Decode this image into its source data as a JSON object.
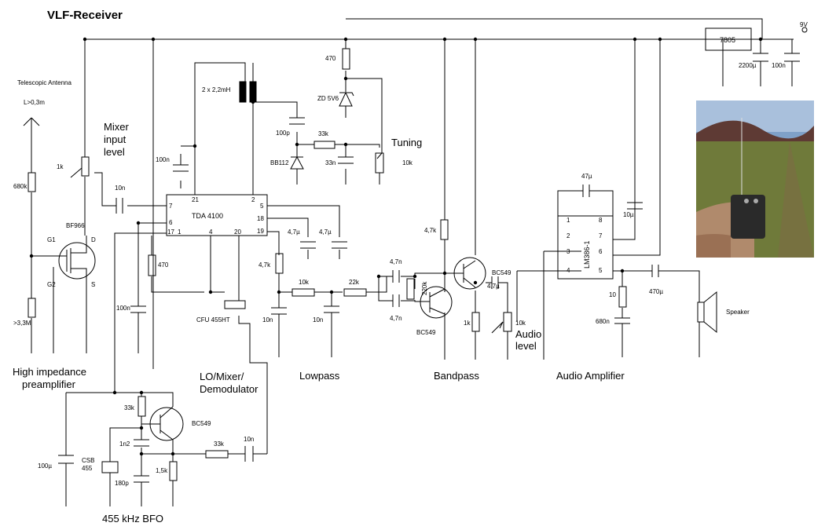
{
  "title": "VLF-Receiver",
  "sections": {
    "preamp": "High impedance\npreamplifier",
    "mixer": "LO/Mixer/\nDemodulator",
    "lowpass": "Lowpass",
    "bandpass": "Bandpass",
    "audio_amp": "Audio Amplifier",
    "bfo": "455 kHz BFO"
  },
  "antenna": {
    "label": "Telescopic\nAntenna",
    "length": "L>0,3m"
  },
  "controls": {
    "mixer_level": "Mixer\ninput\nlevel",
    "tuning": "Tuning",
    "audio_level": "Audio\nlevel"
  },
  "supply": {
    "regulator": "7805",
    "voltage": "9V"
  },
  "ics": {
    "tda": {
      "name": "TDA 4100",
      "pins": [
        "21",
        "2",
        "7",
        "5",
        "18",
        "19",
        "6",
        "17",
        "1",
        "4",
        "20"
      ]
    },
    "lm386": {
      "name": "LM386-1",
      "pins": [
        "8",
        "1",
        "2",
        "7",
        "3",
        "6",
        "4",
        "5"
      ]
    }
  },
  "transistors": {
    "fet": {
      "type": "BF966",
      "pins": [
        "G1",
        "G2",
        "D",
        "S"
      ]
    },
    "bp1": "BC549",
    "bp2": "BC549",
    "bfo": "BC549"
  },
  "parts": {
    "r680k": "680k",
    "r33m": ">3,3M",
    "r1k_mix": "1k",
    "c10n_in": "10n",
    "c100n_tda": "100n",
    "c100n_low": "100n",
    "r470_tda": "470",
    "coil": "2 x 2,2mH",
    "c100p": "100p",
    "bb112": "BB112",
    "r33k_tune": "33k",
    "c33n": "33n",
    "pot10k_tune": "10k",
    "r470_zd": "470",
    "zd": "ZD 5V6",
    "c47u_a": "4,7µ",
    "c47u_b": "4,7µ",
    "r47k": "4,7k",
    "c10n_lp1": "10n",
    "r10k_lp": "10k",
    "c10n_lp2": "10n",
    "r22k": "22k",
    "cfu": "CFU 455HT",
    "r47k_bp": "4,7k",
    "c47n_a": "4,7n",
    "c47n_b": "4,7n",
    "r220k": "220k",
    "c47u_c": "4,7µ",
    "r1k_bp": "1k",
    "pot10k_aud": "10k",
    "c47u_fb": "47µ",
    "c10u": "10µ",
    "c2200u": "2200µ",
    "c100n_psu": "100n",
    "r10": "10",
    "c680n": "680n",
    "c470u": "470µ",
    "speaker": "Speaker",
    "r33k_bfo": "33k",
    "c1n2": "1n2",
    "csb": "CSB\n455",
    "c180p": "180p",
    "r15k": "1,5k",
    "c100u": "100µ",
    "r33k_out": "33k",
    "c10n_out": "10n"
  }
}
